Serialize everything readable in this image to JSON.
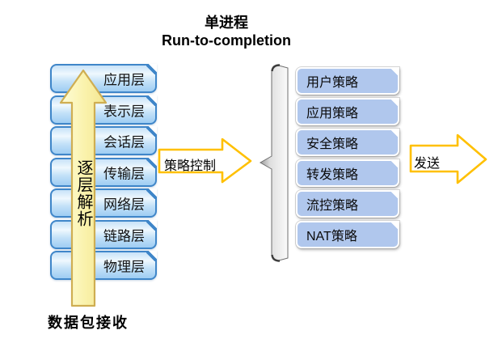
{
  "title": {
    "line1": "单进程",
    "line2": "Run-to-completion"
  },
  "left_stack": {
    "layers": [
      "应用层",
      "表示层",
      "会话层",
      "传输层",
      "网络层",
      "链路层",
      "物理层"
    ],
    "arrow_label": "逐层解析",
    "bottom_label": "数据包接收"
  },
  "policy_arrow": {
    "label": "策略控制"
  },
  "right_stack": {
    "policies": [
      "用户策略",
      "应用策略",
      "安全策略",
      "转发策略",
      "流控策略",
      "NAT策略"
    ]
  },
  "send_arrow": {
    "label": "发送"
  },
  "colors": {
    "layer_box_border": "#3f86c9",
    "layer_box_fill_bottom": "#9ecdf3",
    "policy_box_fill": "#b0c7ed",
    "block_arrow_border": "#ffc000",
    "block_arrow_fill": "#ffffff",
    "up_arrow_fill": "#fbf3ae",
    "up_arrow_border": "#cfae52",
    "brace_fill": "#d9d9d9",
    "text": "#000000"
  }
}
